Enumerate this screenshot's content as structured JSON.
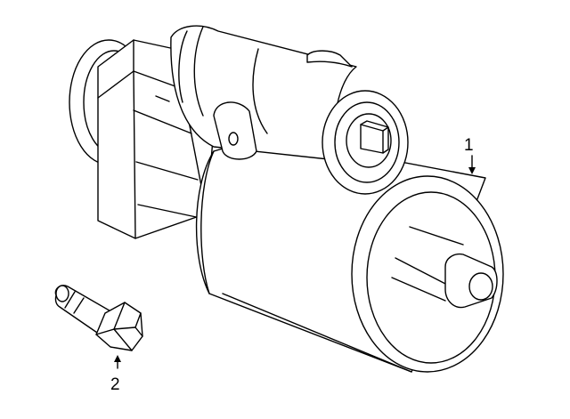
{
  "diagram": {
    "parts": [
      {
        "callout": "1",
        "name": "starter-motor"
      },
      {
        "callout": "2",
        "name": "mounting-bolt"
      }
    ]
  }
}
